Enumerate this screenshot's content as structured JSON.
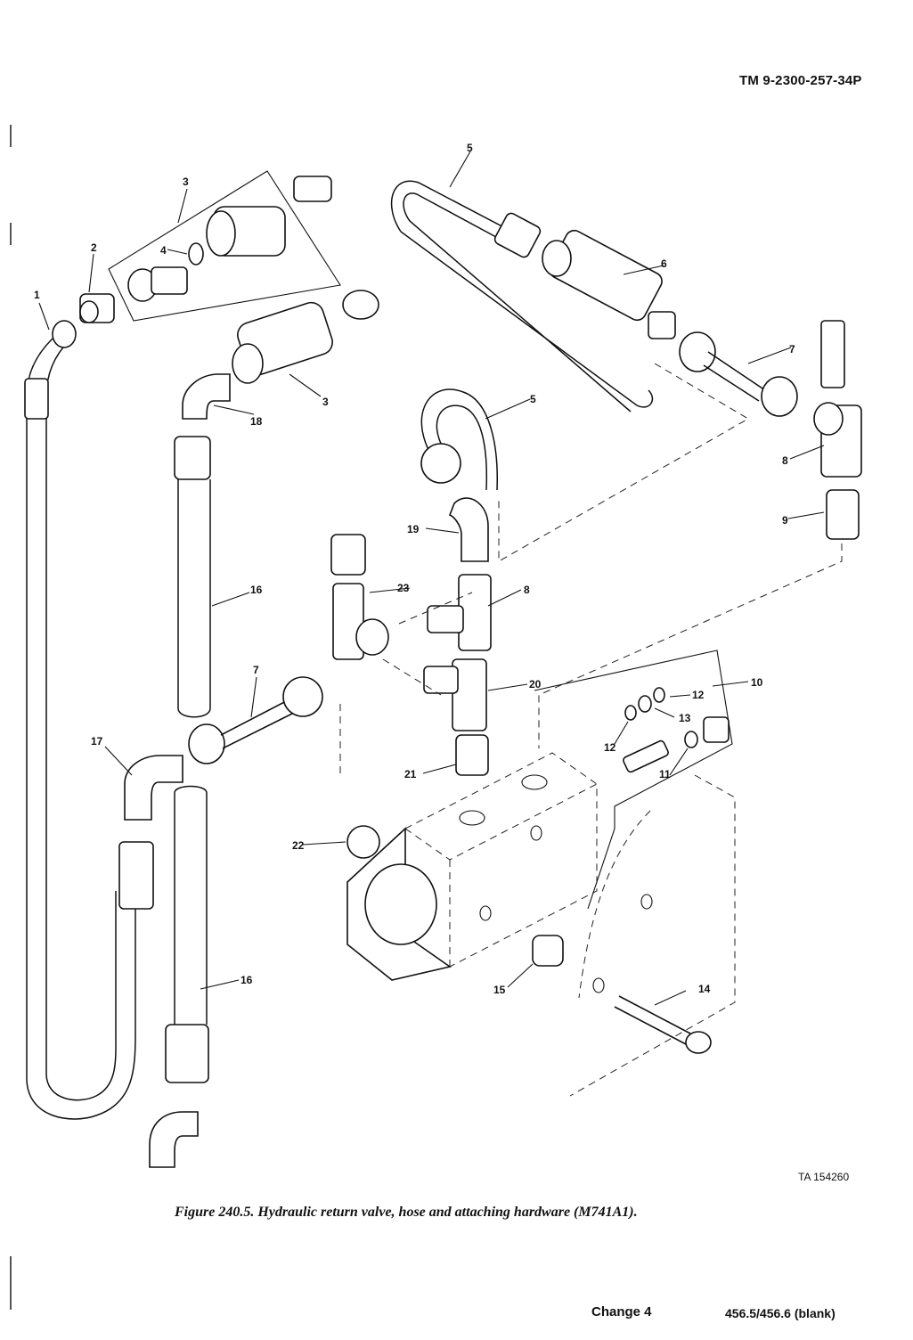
{
  "header": {
    "doc_id": "TM 9-2300-257-34P"
  },
  "figure": {
    "caption": "Figure 240.5. Hydraulic return valve, hose and attaching hardware (M741A1).",
    "ta_number": "TA 154260",
    "callouts": {
      "c1": "1",
      "c2": "2",
      "c3a": "3",
      "c3b": "3",
      "c4": "4",
      "c5a": "5",
      "c5b": "5",
      "c6": "6",
      "c7a": "7",
      "c7b": "7",
      "c8a": "8",
      "c8b": "8",
      "c9": "9",
      "c10": "10",
      "c11": "11",
      "c12a": "12",
      "c12b": "12",
      "c13": "13",
      "c14": "14",
      "c15": "15",
      "c16a": "16",
      "c16b": "16",
      "c17": "17",
      "c18": "18",
      "c19": "19",
      "c20": "20",
      "c21": "21",
      "c22": "22",
      "c23": "23"
    }
  },
  "footer": {
    "change": "Change 4",
    "page": "456.5/456.6 (blank)"
  }
}
